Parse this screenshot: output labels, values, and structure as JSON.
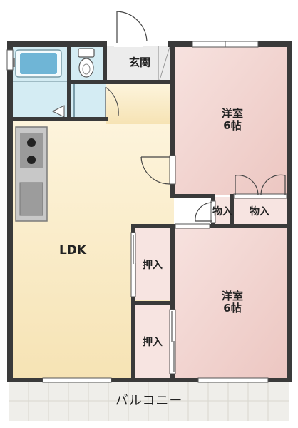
{
  "rooms": {
    "ldk": "LDK",
    "western_room_1": "洋室\n6帖",
    "western_room_2": "洋室\n6帖",
    "entrance": "玄関",
    "storage_small": "物入",
    "storage_large": "物入",
    "closet_upper": "押入",
    "closet_lower": "押入",
    "balcony": "バルコニー"
  },
  "colors": {
    "wall": "#3a3a3a",
    "ldk_floor": "#fbf0d6",
    "western_floor": "#f4d9d6",
    "closet_floor": "#f7e4e1",
    "wet_area": "#d4ecf3",
    "entrance_floor": "#ececec",
    "balcony_floor": "#efeeea",
    "kitchen_counter": "#c8c8c8"
  }
}
